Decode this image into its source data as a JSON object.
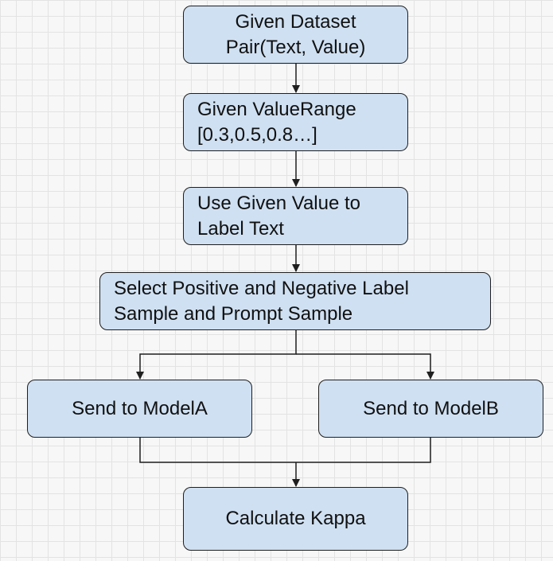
{
  "nodes": {
    "dataset": {
      "line1": "Given Dataset",
      "line2": "Pair(Text, Value)"
    },
    "value_range": {
      "line1": "Given ValueRange",
      "line2": "[0.3,0.5,0.8…]"
    },
    "label_text": {
      "line1": "Use Given Value to",
      "line2": "Label Text"
    },
    "select_samples": {
      "line1": "Select Positive and Negative Label",
      "line2": "Sample and Prompt Sample"
    },
    "model_a": {
      "line1": "Send to ModelA"
    },
    "model_b": {
      "line1": "Send to ModelB"
    },
    "kappa": {
      "line1": "Calculate Kappa"
    }
  },
  "colors": {
    "node_fill": "#cfe0f2",
    "node_border": "#1f1f1f",
    "connector": "#1f1f1f",
    "background": "#f7f7f7",
    "grid": "#e3e3e3"
  }
}
